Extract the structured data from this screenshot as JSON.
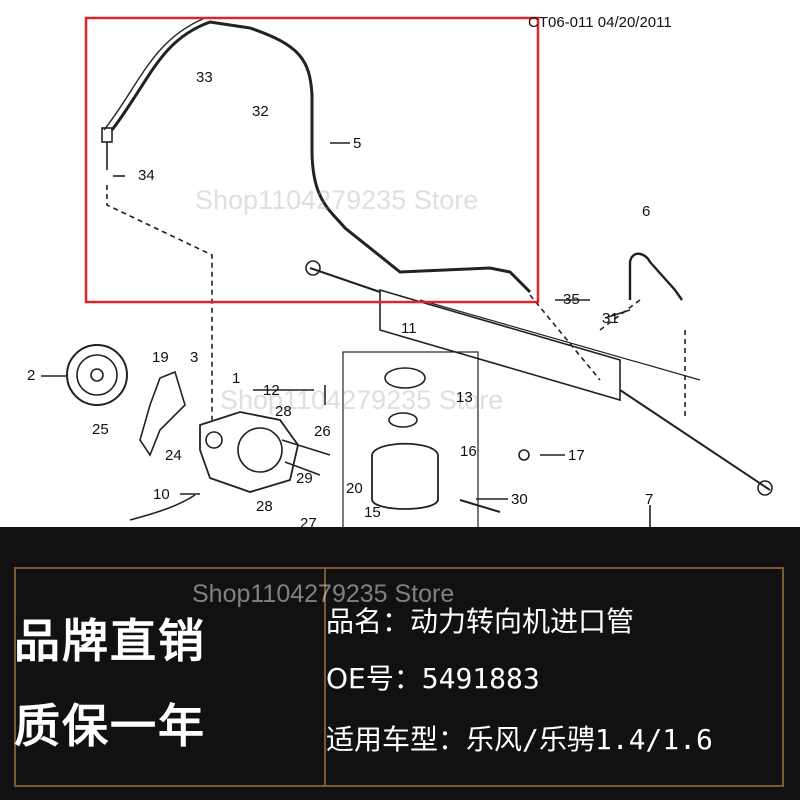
{
  "diagram": {
    "doc_code": "CT06-011 04/20/2011",
    "watermark_top": "Shop1104279235 Store",
    "watermark_mid": "Shop1104279235 Store",
    "highlight_color": "#e0242b",
    "labels": [
      "2",
      "19",
      "3",
      "1",
      "25",
      "24",
      "10",
      "12",
      "28",
      "26",
      "28",
      "29",
      "27",
      "11",
      "13",
      "16",
      "20",
      "15",
      "17",
      "30",
      "6",
      "31",
      "35",
      "5",
      "32",
      "33",
      "34",
      "7"
    ]
  },
  "info": {
    "slogan_line1": "品牌直销",
    "slogan_line2": "质保一年",
    "watermark": "Shop1104279235 Store",
    "product_label": "品名：",
    "product_value": "动力转向机进口管",
    "oe_label": "OE号：",
    "oe_value": "5491883",
    "model_label": "适用车型：",
    "model_value": "乐风/乐骋1.4/1.6",
    "border_color": "#7a5a36"
  }
}
